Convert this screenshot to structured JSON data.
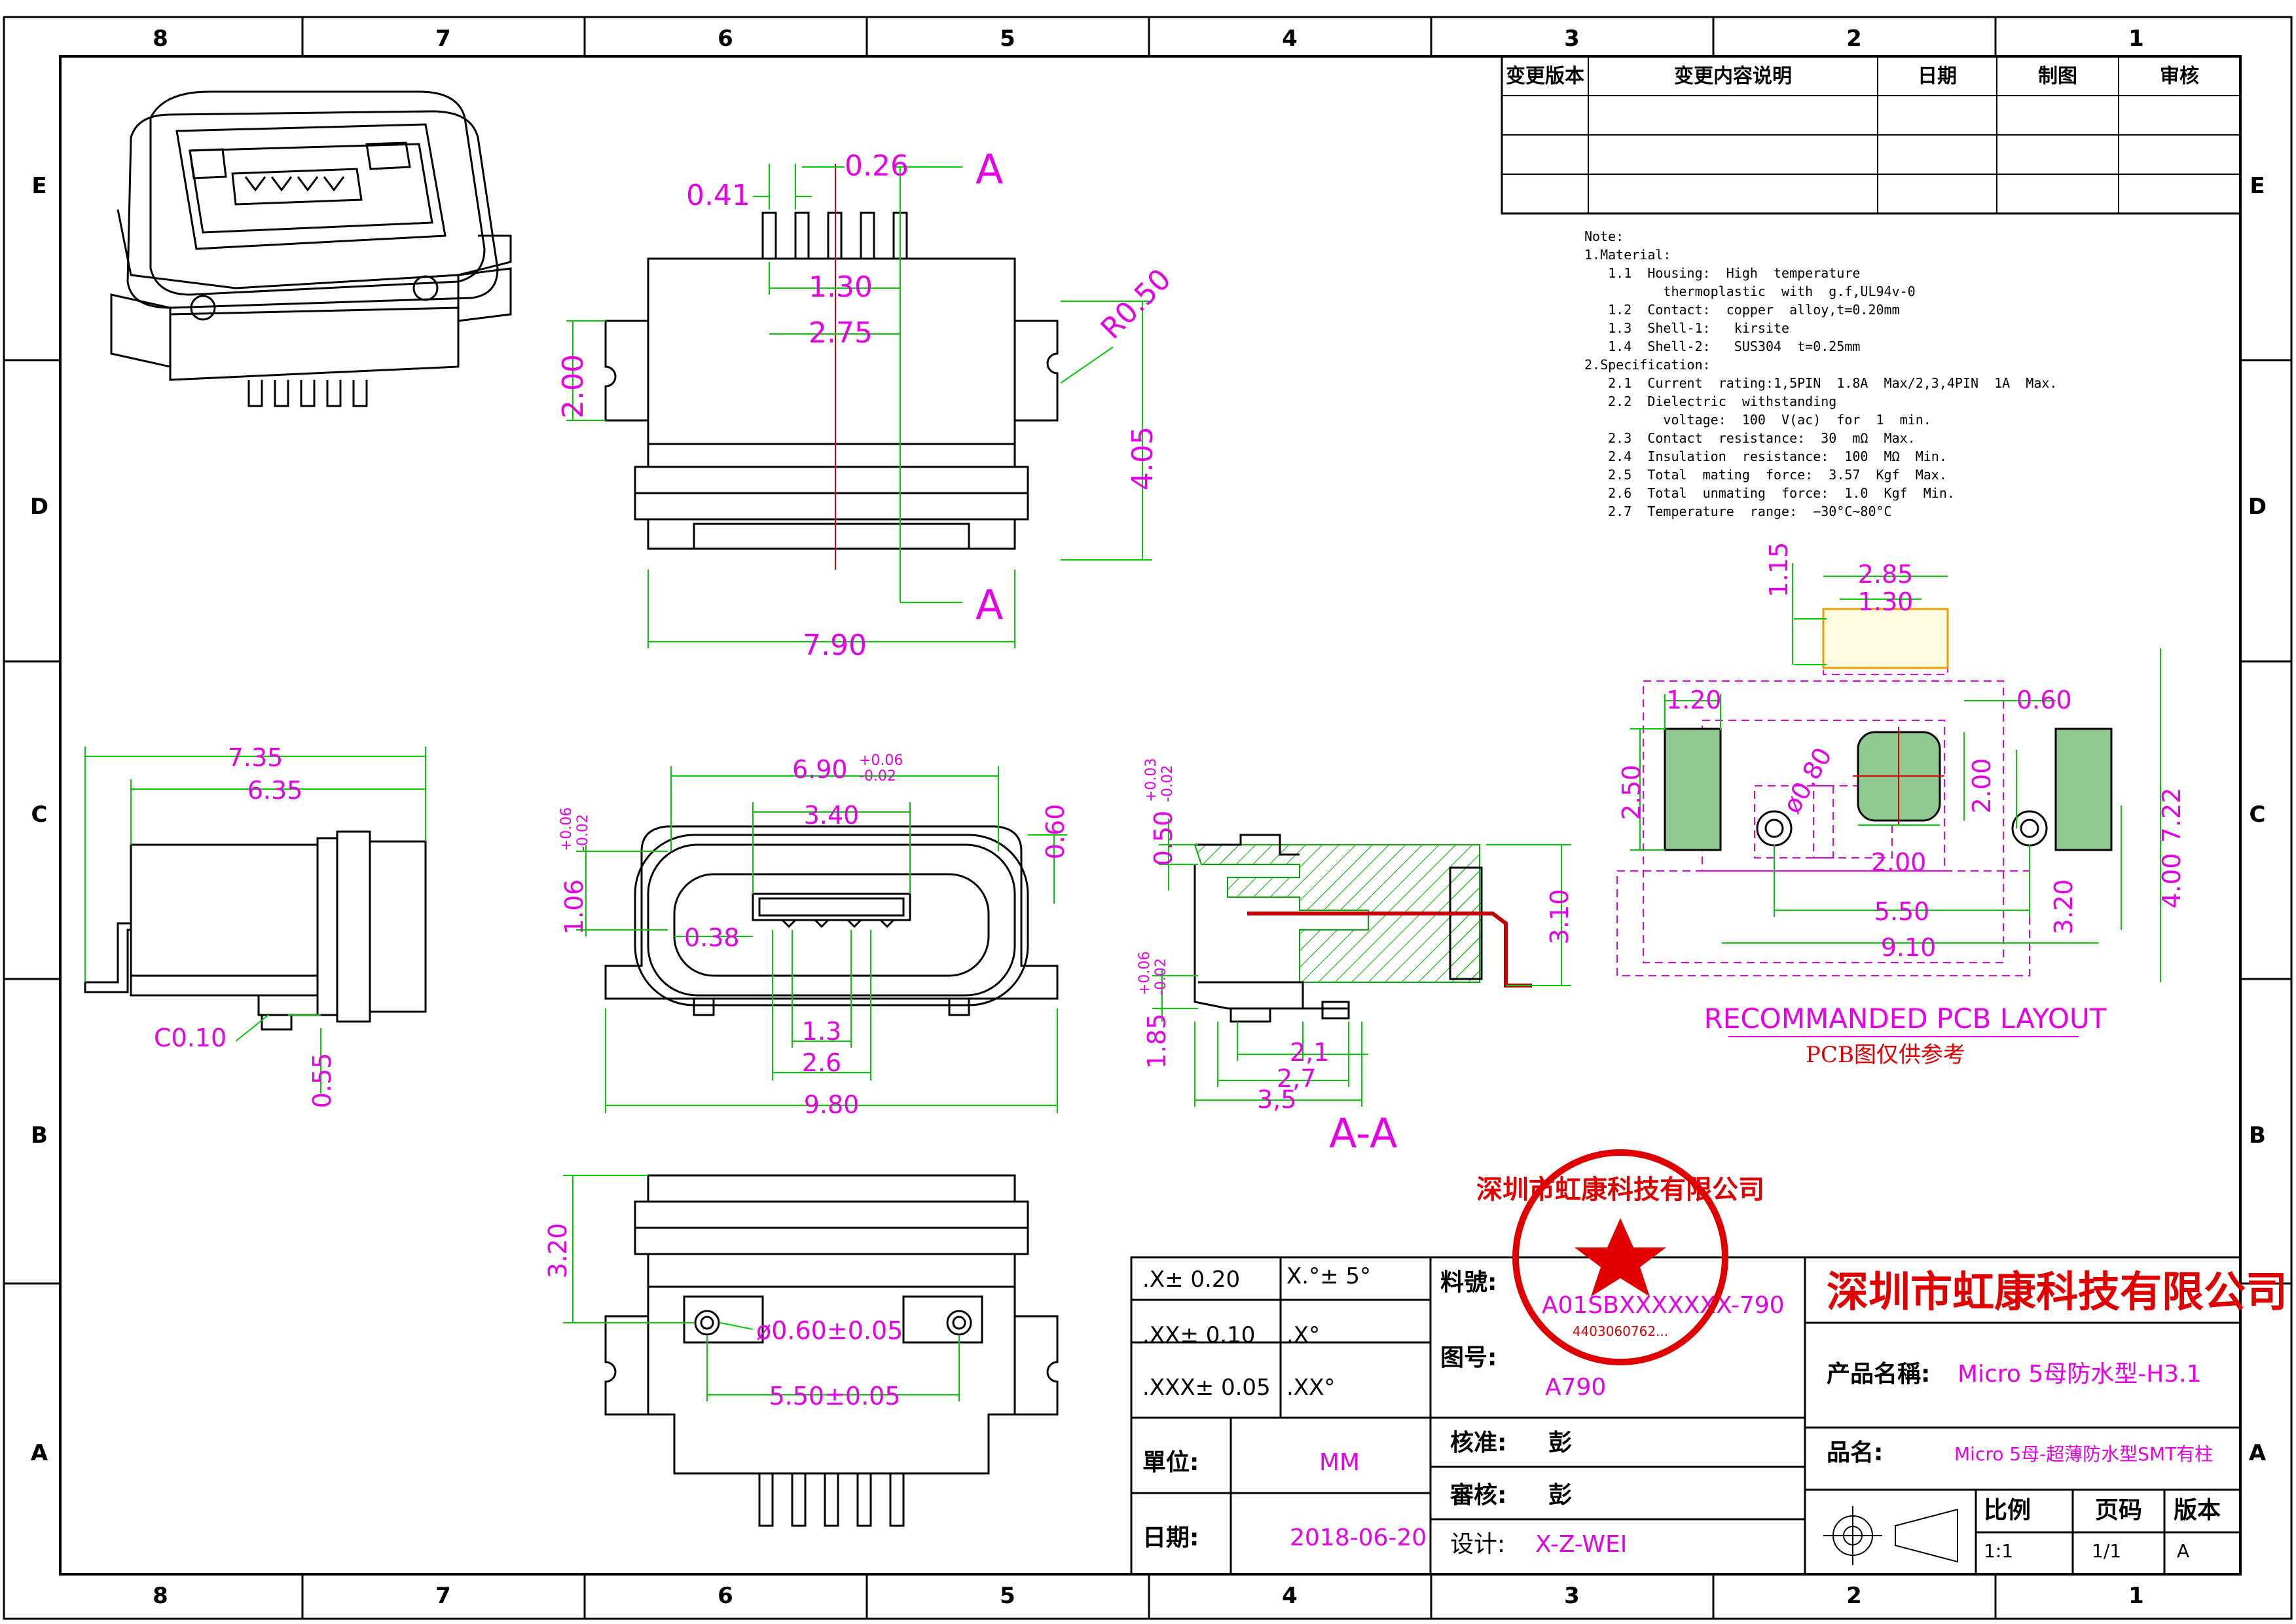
{
  "frame": {
    "zones_h": [
      "8",
      "7",
      "6",
      "5",
      "4",
      "3",
      "2",
      "1"
    ],
    "zones_v": [
      "E",
      "D",
      "C",
      "B",
      "A"
    ]
  },
  "revision_table": {
    "headers": [
      "变更版本",
      "变更内容说明",
      "日期",
      "制图",
      "审核"
    ]
  },
  "notes": [
    "Note:",
    "1.Material:",
    "   1.1  Housing:  High  temperature",
    "          thermoplastic  with  g.f,UL94v-0",
    "   1.2  Contact:  copper  alloy,t=0.20mm",
    "   1.3  Shell-1:   kirsite",
    "   1.4  Shell-2:   SUS304  t=0.25mm",
    "2.Specification:",
    "   2.1  Current  rating:1,5PIN  1.8A  Max/2,3,4PIN  1A  Max.",
    "   2.2  Dielectric  withstanding",
    "          voltage:  100  V(ac)  for  1  min.",
    "   2.3  Contact  resistance:  30  mΩ  Max.",
    "   2.4  Insulation  resistance:  100  MΩ  Min.",
    "   2.5  Total  mating  force:  3.57  Kgf  Max.",
    "   2.6  Total  unmating  force:  1.0  Kgf  Min.",
    "   2.7  Temperature  range:  −30°C~80°C"
  ],
  "dims": {
    "top_041": "0.41",
    "top_026": "0.26",
    "top_130": "1.30",
    "top_275": "2.75",
    "top_200": "2.00",
    "top_r050": "R0.50",
    "top_405": "4.05",
    "top_790": "7.90",
    "sec_a": "A",
    "side_735": "7.35",
    "side_635": "6.35",
    "side_c010": "C0.10",
    "side_055": "0.55",
    "front_690": "6.90",
    "front_690_tol_up": "+0.06",
    "front_690_tol_dn": "-0.02",
    "front_340": "3.40",
    "front_106": "1.06",
    "front_106_tol_up": "+0.06",
    "front_106_tol_dn": "-0.02",
    "front_060": "0.60",
    "front_038": "0.38",
    "front_13": "1.3",
    "front_26": "2.6",
    "front_980": "9.80",
    "sect_050": "0.50",
    "sect_050_tol_up": "+0.03",
    "sect_050_tol_dn": "-0.02",
    "sect_185": "1.85",
    "sect_185_tol_up": "+0.06",
    "sect_185_tol_dn": "-0.02",
    "sect_310": "3.10",
    "sect_21": "2,1",
    "sect_27": "2,7",
    "sect_35": "3,5",
    "sect_title": "A-A",
    "bot_320": "3.20",
    "bot_hole": "ø0.60±0.05",
    "bot_550": "5.50±0.05",
    "pcb_115": "1.15",
    "pcb_285": "2.85",
    "pcb_130": "1.30",
    "pcb_120": "1.20",
    "pcb_060": "0.60",
    "pcb_250": "2.50",
    "pcb_080": "ø0.80",
    "pcb_200v": "2.00",
    "pcb_200h": "2.00",
    "pcb_722": "7.22",
    "pcb_400": "4.00",
    "pcb_320": "3.20",
    "pcb_550": "5.50",
    "pcb_910": "9.10"
  },
  "pcb_caption": "RECOMMANDED  PCB  LAYOUT",
  "pcb_caption_cn": "PCB图仅供参考",
  "title_block": {
    "tol_x": ".X± 0.20",
    "tol_xx": ".XX± 0.10",
    "tol_xxx": ".XXX± 0.05",
    "ang_x": "X.°± 5°",
    "ang_xx": ".X°",
    "ang_xxx": ".XX°",
    "unit_label": "單位:",
    "unit_value": "MM",
    "date_label": "日期:",
    "date_value": "2018-06-20",
    "part_label": "料號:",
    "part_value": "A01SBXXXXXXX-790",
    "drawing_label": "图号:",
    "drawing_value": "A790",
    "approve_label": "核准:",
    "approve_value": "彭",
    "review_label": "審核:",
    "review_value": "彭",
    "design_label": "设计:",
    "design_value": "X-Z-WEI",
    "company": "深圳市虹康科技有限公司",
    "product_label": "产品名稱:",
    "product_value": "Micro 5母防水型-H3.1",
    "name_label": "品名:",
    "name_value": "Micro 5母-超薄防水型SMT有柱",
    "scale_label": "比例",
    "scale_value": "1:1",
    "page_label": "页码",
    "page_value": "1/1",
    "rev_label": "版本",
    "rev_value": "A"
  },
  "seal": {
    "text": "深圳市虹康科技有限公司",
    "number": "4403060762..."
  },
  "colors": {
    "line": "#000000",
    "dimension": "#00cc00",
    "text": "#e600e6",
    "seal": "#e00000",
    "hatch": "#00aa00"
  }
}
